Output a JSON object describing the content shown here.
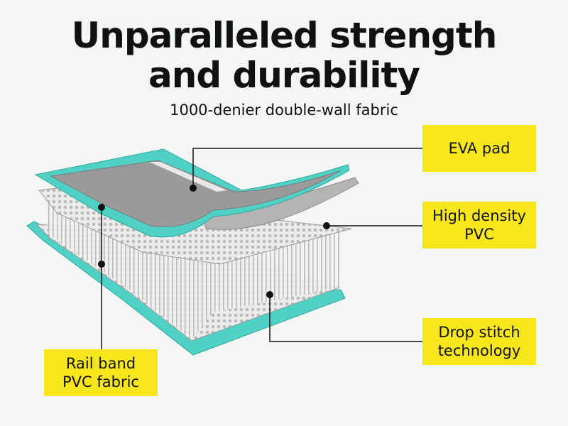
{
  "title_line1": "Unparalleled strength",
  "title_line2": "and durability",
  "subtitle": "1000-denier double-wall fabric",
  "labels": {
    "eva": [
      "EVA pad"
    ],
    "pvc": [
      "High density",
      "PVC"
    ],
    "drop": [
      "Drop stitch",
      "technology"
    ],
    "rail": [
      "Rail band",
      "PVC fabric"
    ]
  },
  "colors": {
    "teal": "#4fd1c5",
    "gray": "#9a9a9a",
    "highlight": "#f7e61c"
  }
}
